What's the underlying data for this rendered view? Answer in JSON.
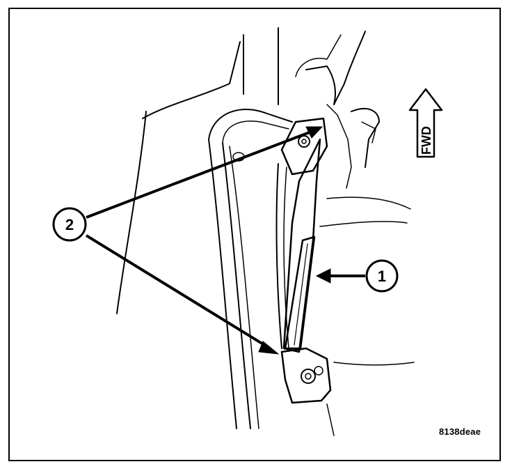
{
  "figure": {
    "figure_id": "8138deae",
    "direction_indicator": "FWD",
    "callouts": [
      {
        "number": "1"
      },
      {
        "number": "2"
      }
    ]
  },
  "colors": {
    "line": "#000000",
    "background": "#ffffff"
  }
}
